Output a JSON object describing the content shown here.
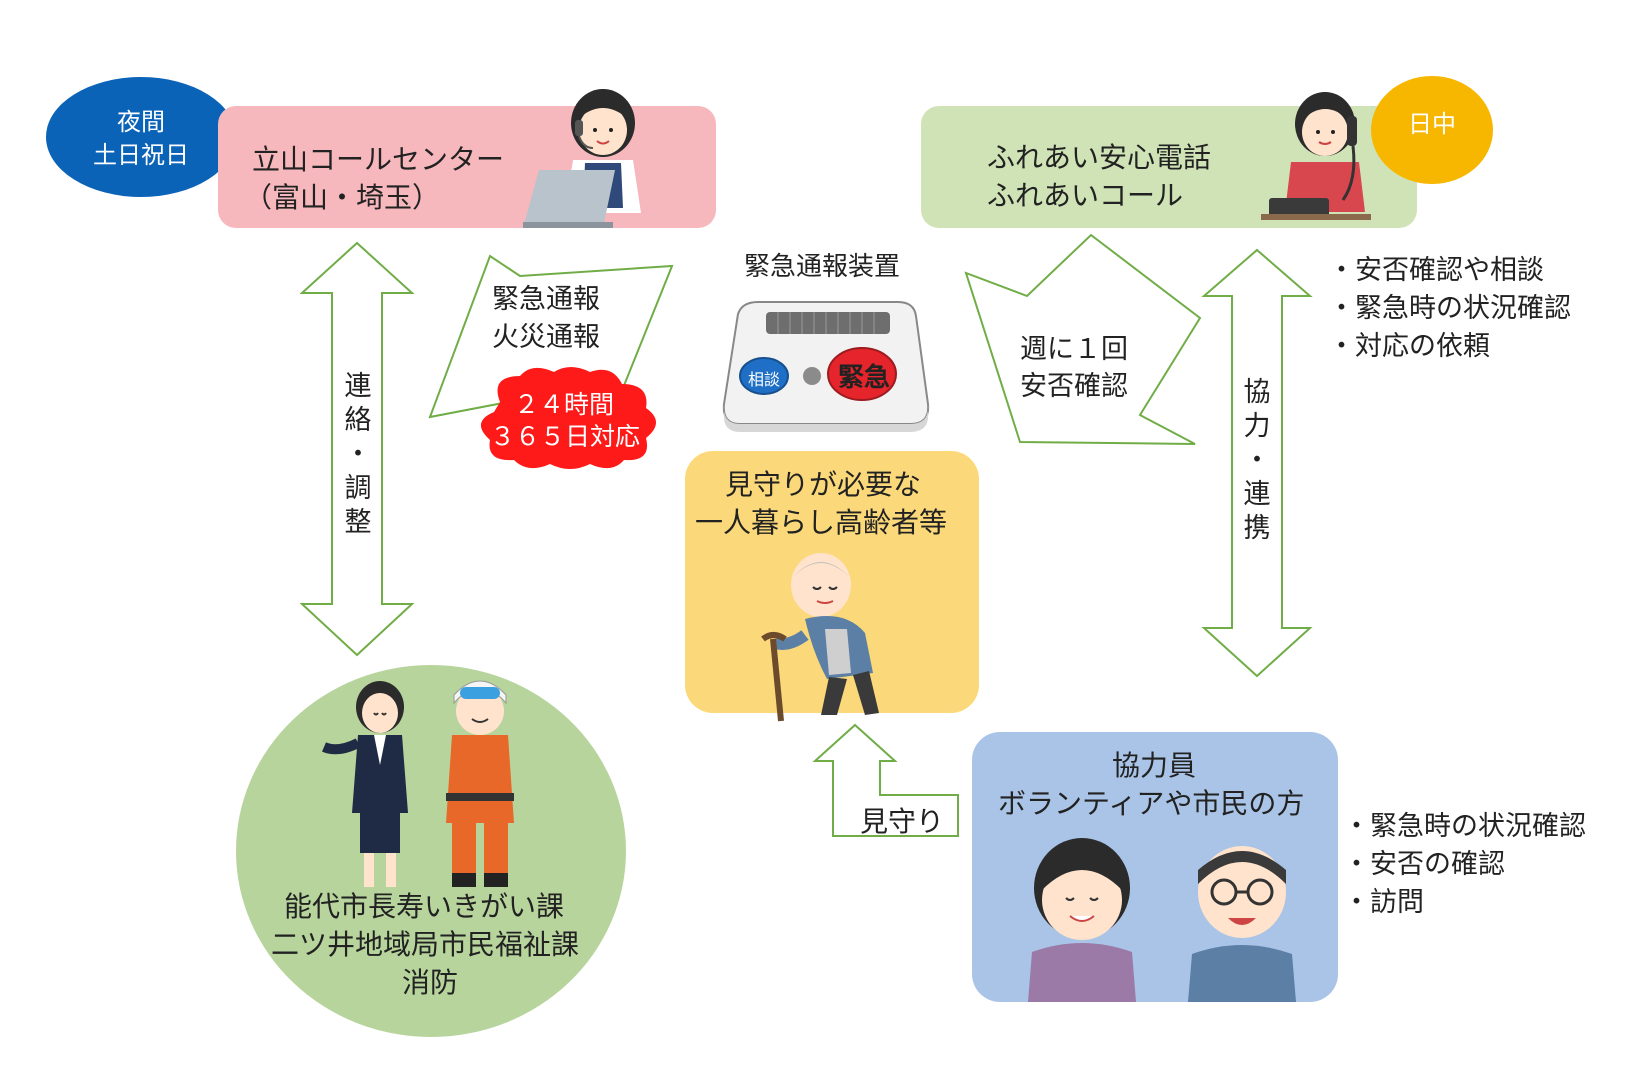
{
  "badges": {
    "night": {
      "line1": "夜間",
      "line2": "土日祝日"
    },
    "day": {
      "label": "日中"
    }
  },
  "call_center": {
    "line1": "立山コールセンター",
    "line2": "（富山・埼玉）"
  },
  "fureai": {
    "line1": "ふれあい安心電話",
    "line2": "ふれあいコール"
  },
  "device_label": "緊急通報装置",
  "device_buttons": {
    "consult": "相談",
    "emergency": "緊急"
  },
  "alert_arrow": {
    "line1": "緊急通報",
    "line2": "火災通報"
  },
  "burst": {
    "line1": "２４時間",
    "line2": "３６５日対応"
  },
  "weekly_arrow": {
    "line1": "週に１回",
    "line2": "安否確認"
  },
  "left_vertical": [
    "連",
    "絡",
    "・",
    "調",
    "整"
  ],
  "right_vertical": [
    "協",
    "力",
    "・",
    "連",
    "携"
  ],
  "fureai_bullets": [
    "・安否確認や相談",
    "・緊急時の状況確認",
    "・対応の依頼"
  ],
  "elderly": {
    "line1": "見守りが必要な",
    "line2": "一人暮らし高齢者等"
  },
  "city": {
    "line1": "能代市長寿いきがい課",
    "line2": "二ツ井地域局市民福祉課",
    "line3": "消防"
  },
  "volunteers": {
    "line1": "協力員",
    "line2": "ボランティアや市民の方"
  },
  "watch_arrow_label": "見守り",
  "volunteer_bullets": [
    "・緊急時の状況確認",
    "・安否の確認",
    "・訪問"
  ],
  "colors": {
    "night_badge": "#0b63b8",
    "day_badge": "#f7b700",
    "call_center_bg": "#f6b8bd",
    "fureai_bg": "#cfe3b6",
    "elderly_bg": "#fbd97a",
    "city_bg": "#b7d49c",
    "volunteer_bg": "#a9c4e6",
    "arrow_stroke": "#70ad47",
    "burst": "#ff1a1a"
  }
}
